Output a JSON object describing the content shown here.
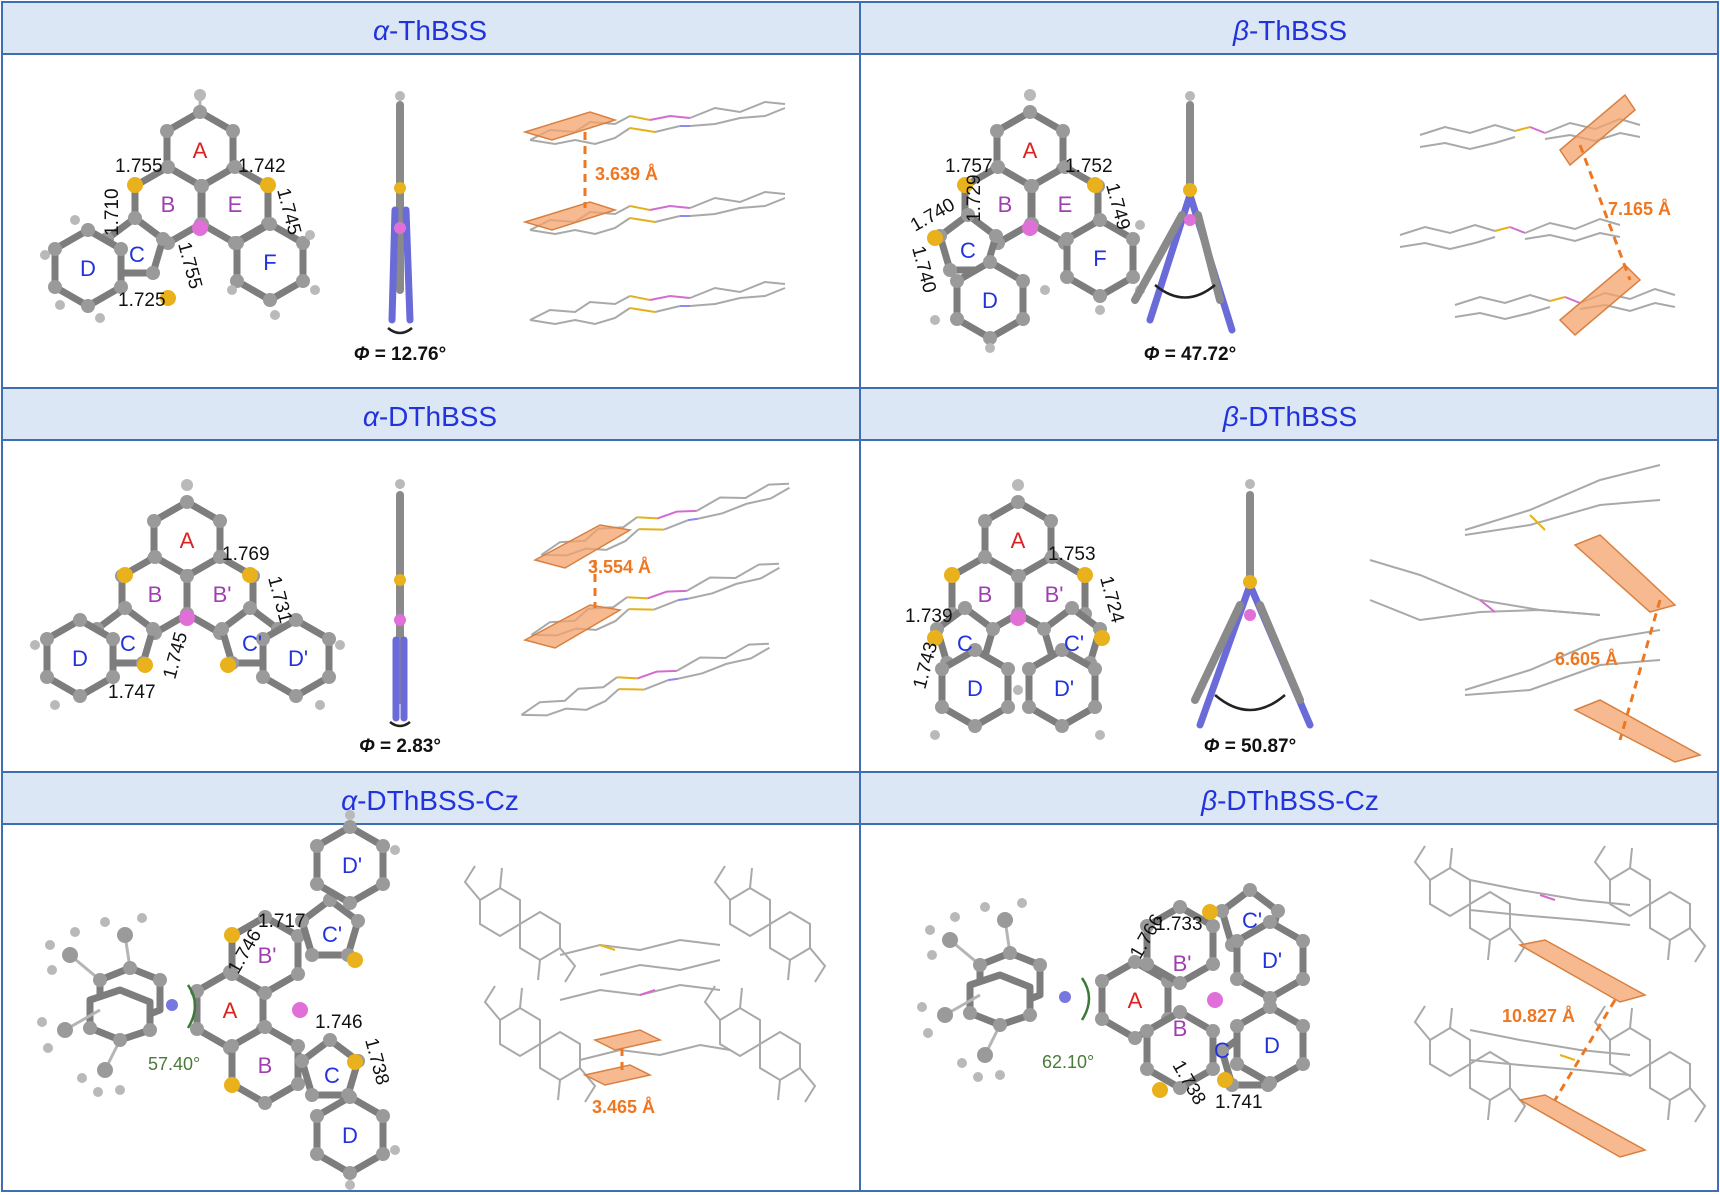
{
  "panels": {
    "alpha_thbss": {
      "prefix": "α",
      "name": "-ThBSS",
      "phi": "= 12.76°",
      "distance": "3.639 Å",
      "rings": [
        "A",
        "B",
        "C",
        "D",
        "E",
        "F"
      ],
      "bonds": [
        "1.755",
        "1.742",
        "1.710",
        "1.745",
        "1.755",
        "1.725"
      ]
    },
    "beta_thbss": {
      "prefix": "β",
      "name": "-ThBSS",
      "phi": "= 47.72°",
      "distance": "7.165 Å",
      "rings": [
        "A",
        "B",
        "C",
        "D",
        "E",
        "F"
      ],
      "bonds": [
        "1.757",
        "1.752",
        "1.729",
        "1.740",
        "1.749",
        "1.740"
      ]
    },
    "alpha_dthbss": {
      "prefix": "α",
      "name": "-DThBSS",
      "phi": "= 2.83°",
      "distance": "3.554 Å",
      "rings": [
        "A",
        "B",
        "B'",
        "C",
        "C'",
        "D",
        "D'"
      ],
      "bonds": [
        "1.769",
        "1.731",
        "1.745",
        "1.747"
      ]
    },
    "beta_dthbss": {
      "prefix": "β",
      "name": "-DThBSS",
      "phi": "= 50.87°",
      "distance": "6.605 Å",
      "rings": [
        "A",
        "B",
        "B'",
        "C",
        "C'",
        "D",
        "D'"
      ],
      "bonds": [
        "1.753",
        "1.724",
        "1.739",
        "1.743"
      ]
    },
    "alpha_dthbss_cz": {
      "prefix": "α",
      "name": "-DThBSS-Cz",
      "dihedral": "57.40°",
      "distance": "3.465 Å",
      "rings": [
        "A",
        "B",
        "B'",
        "C",
        "C'",
        "D",
        "D'"
      ],
      "bonds": [
        "1.746",
        "1.717",
        "1.746",
        "1.738"
      ]
    },
    "beta_dthbss_cz": {
      "prefix": "β",
      "name": "-DThBSS-Cz",
      "dihedral": "62.10°",
      "distance": "10.827 Å",
      "rings": [
        "A",
        "B",
        "B'",
        "C",
        "C'",
        "D",
        "D'"
      ],
      "bonds": [
        "1.766",
        "1.733",
        "1.738",
        "1.741"
      ]
    }
  },
  "phi_symbol": "Φ",
  "colors": {
    "header_bg": "#dbe7f4",
    "header_text": "#2233dd",
    "grid": "#3f6fb3",
    "ring_A": "#dd2222",
    "ring_center": "#a040b0",
    "ring_outer": "#2233dd",
    "distance": "#ee7722",
    "dihedral": "#4a7a3a",
    "plane": "#f4a36b"
  }
}
